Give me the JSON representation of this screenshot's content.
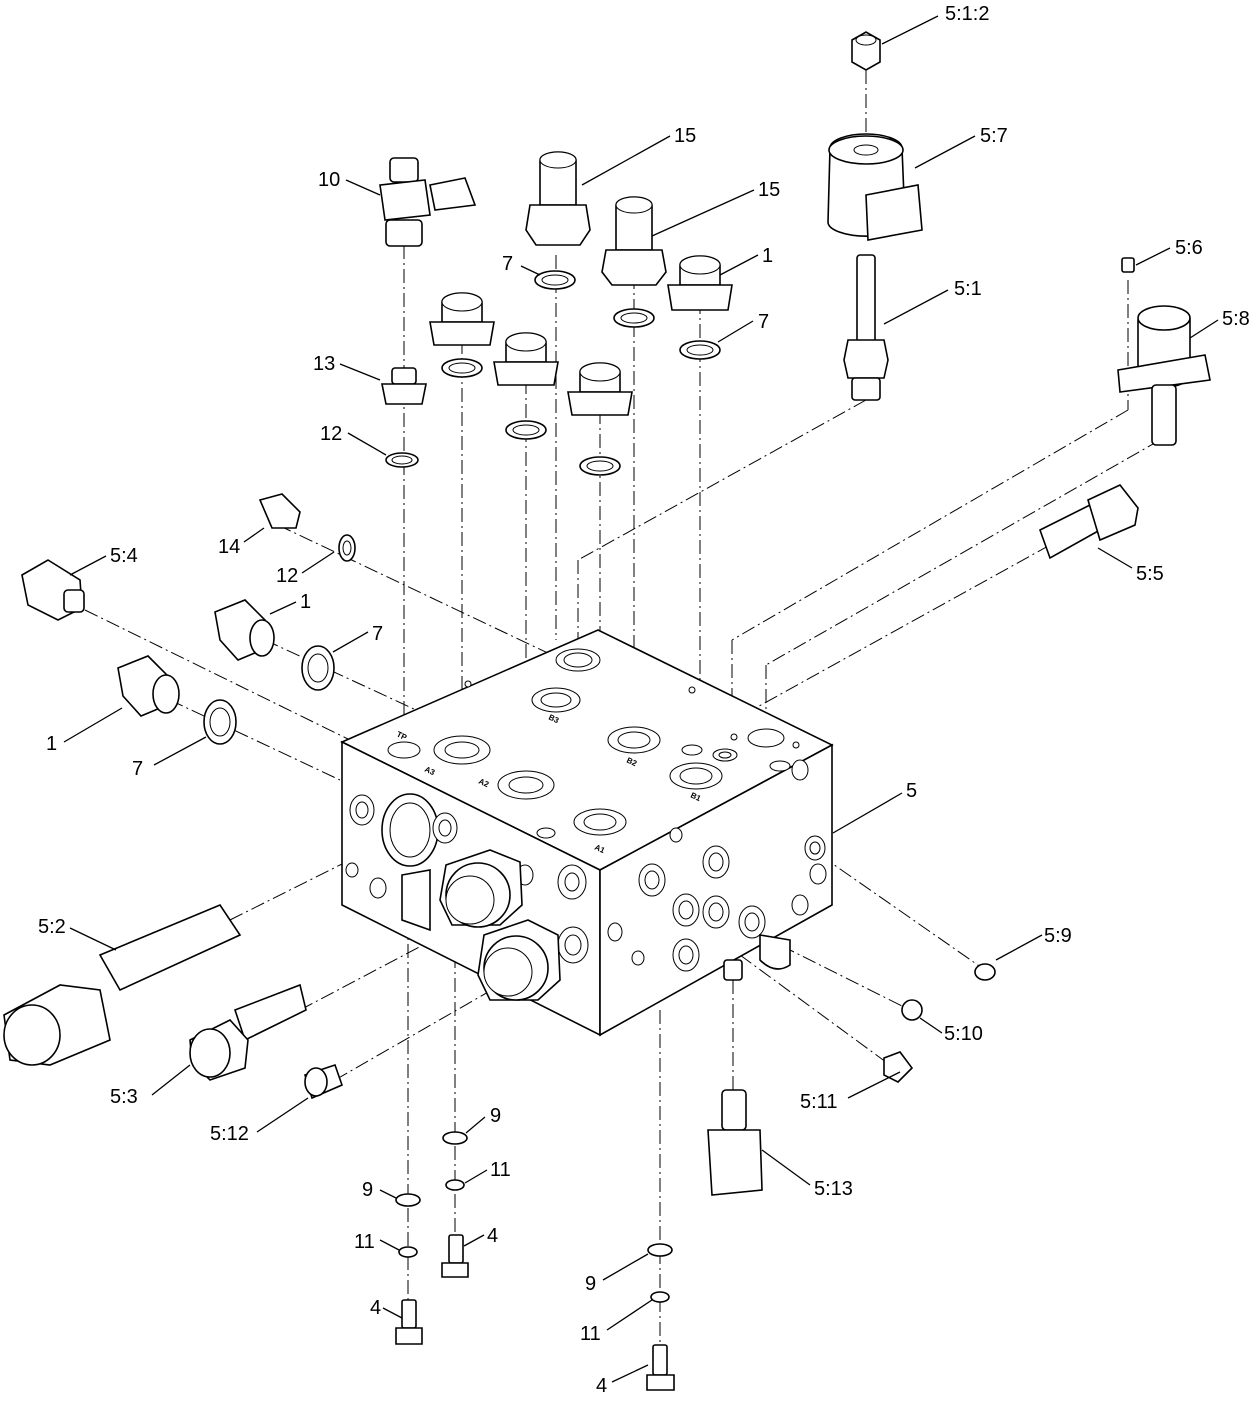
{
  "callouts": {
    "c_5_1_2": "5:1:2",
    "c_5_7": "5:7",
    "c_10": "10",
    "c_15a": "15",
    "c_15b": "15",
    "c_1_top": "1",
    "c_7_top": "7",
    "c_7_top_right": "7",
    "c_5_6": "5:6",
    "c_5_1": "5:1",
    "c_5_8": "5:8",
    "c_13": "13",
    "c_12_top": "12",
    "c_14": "14",
    "c_12_left": "12",
    "c_5_4": "5:4",
    "c_1_mid": "1",
    "c_7_mid": "7",
    "c_1_left": "1",
    "c_7_left": "7",
    "c_5_5": "5:5",
    "c_5": "5",
    "c_5_2": "5:2",
    "c_5_9": "5:9",
    "c_5_10": "5:10",
    "c_5_11": "5:11",
    "c_5_3": "5:3",
    "c_5_12": "5:12",
    "c_9_a": "9",
    "c_11_a": "11",
    "c_4_a": "4",
    "c_9_b": "9",
    "c_11_b": "11",
    "c_4_b": "4",
    "c_5_13": "5:13",
    "c_9_c": "9",
    "c_11_c": "11",
    "c_4_c": "4"
  },
  "ports": {
    "tp": "TP",
    "a3": "A3",
    "a2": "A2",
    "a1": "A1",
    "b3": "B3",
    "b2": "B2",
    "b1": "B1"
  }
}
